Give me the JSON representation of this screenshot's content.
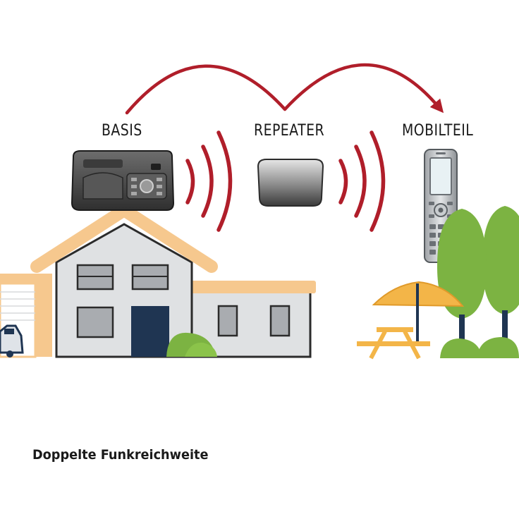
{
  "labels": {
    "basis": "BASIS",
    "repeater": "REPEATER",
    "mobilteil": "MOBILTEIL"
  },
  "caption": "Doppelte Funkreichweite",
  "colors": {
    "signal": "#b01e2a",
    "house_wall": "#dfe1e3",
    "roof_trim": "#f6c88e",
    "window": "#a9acb0",
    "door": "#1f3552",
    "tree": "#7cb342",
    "trunk": "#1f3552",
    "umbrella": "#f3b548",
    "device_dark": "#4a4a4a",
    "device_light": "#cfd2d5"
  }
}
